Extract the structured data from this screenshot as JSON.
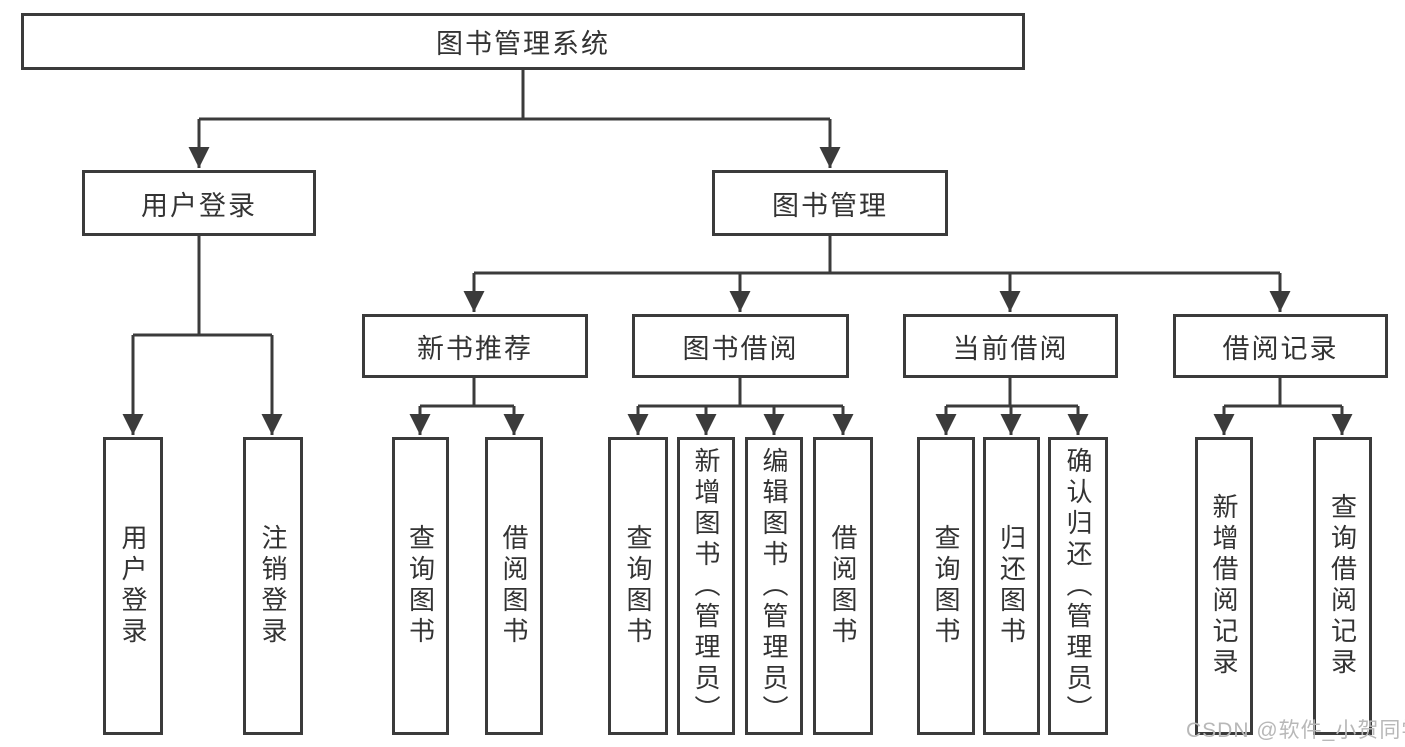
{
  "page": {
    "background": "#ffffff",
    "watermark": {
      "text": "CSDN @软件_小贺同学",
      "color": "#b8b8b8"
    }
  },
  "diagram": {
    "type": "function-structure-tree",
    "line_color": "#3b3b3b",
    "box_border_color": "#3b3b3b",
    "box_fill": "#ffffff",
    "text_color": "#333333",
    "tree": {
      "label": "图书管理系统",
      "children": [
        {
          "label": "用户登录",
          "children": [
            {
              "label": "用户登录"
            },
            {
              "label": "注销登录"
            }
          ]
        },
        {
          "label": "图书管理",
          "children": [
            {
              "label": "新书推荐",
              "children": [
                {
                  "label": "查询图书"
                },
                {
                  "label": "借阅图书"
                }
              ]
            },
            {
              "label": "图书借阅",
              "children": [
                {
                  "label": "查询图书"
                },
                {
                  "label": "新增图书（管理员）"
                },
                {
                  "label": "编辑图书（管理员）"
                },
                {
                  "label": "借阅图书"
                }
              ]
            },
            {
              "label": "当前借阅",
              "children": [
                {
                  "label": "查询图书"
                },
                {
                  "label": "归还图书"
                },
                {
                  "label": "确认归还（管理员）"
                }
              ]
            },
            {
              "label": "借阅记录",
              "children": [
                {
                  "label": "新增借阅记录"
                },
                {
                  "label": "查询借阅记录"
                }
              ]
            }
          ]
        }
      ]
    }
  }
}
